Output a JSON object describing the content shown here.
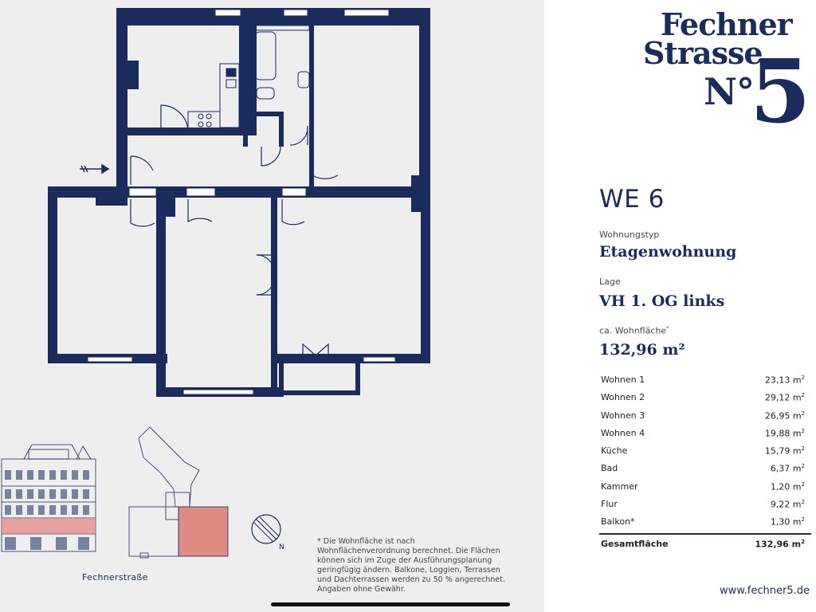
{
  "brand": {
    "logo_line1": "Fechner",
    "logo_line2": "Strasse",
    "logo_no": "N°",
    "logo_number": "5",
    "website": "www.fechner5.de"
  },
  "unit": {
    "title": "WE 6",
    "type_label": "Wohnungstyp",
    "type_value": "Etagenwohnung",
    "location_label": "Lage",
    "location_value": "VH 1. OG links",
    "area_label": "ca. Wohnfläche",
    "area_label_mark": "*",
    "area_value": "132,96 m²"
  },
  "rooms": [
    {
      "name": "Wohnen 1",
      "area": "23,13 m"
    },
    {
      "name": "Wohnen 2",
      "area": "29,12 m"
    },
    {
      "name": "Wohnen 3",
      "area": "26,95 m"
    },
    {
      "name": "Wohnen 4",
      "area": "19,88 m"
    },
    {
      "name": "Küche",
      "area": "15,79 m"
    },
    {
      "name": "Bad",
      "area": "6,37 m"
    },
    {
      "name": "Kammer",
      "area": "1,20 m"
    },
    {
      "name": "Flur",
      "area": "9,22 m"
    },
    {
      "name": "Balkon*",
      "area": "1,30 m"
    }
  ],
  "unit_sup": "2",
  "total": {
    "label": "Gesamtfläche",
    "value": "132,96 m"
  },
  "street_label": "Fechnerstraße",
  "footnote": "* Die Wohnfläche ist nach Wohnflächenverordnung berechnet. Die Flächen können sich im Zuge der Ausführungsplanung geringfügig ändern. Balkone, Loggien, Terrassen und Dachterrassen werden zu 50 % angerechnet. Angaben ohne Gewähr.",
  "compass_letter": "N",
  "colors": {
    "navy": "#1a2b5c",
    "highlight": "#e08a84",
    "panel": "#eeeeee"
  }
}
